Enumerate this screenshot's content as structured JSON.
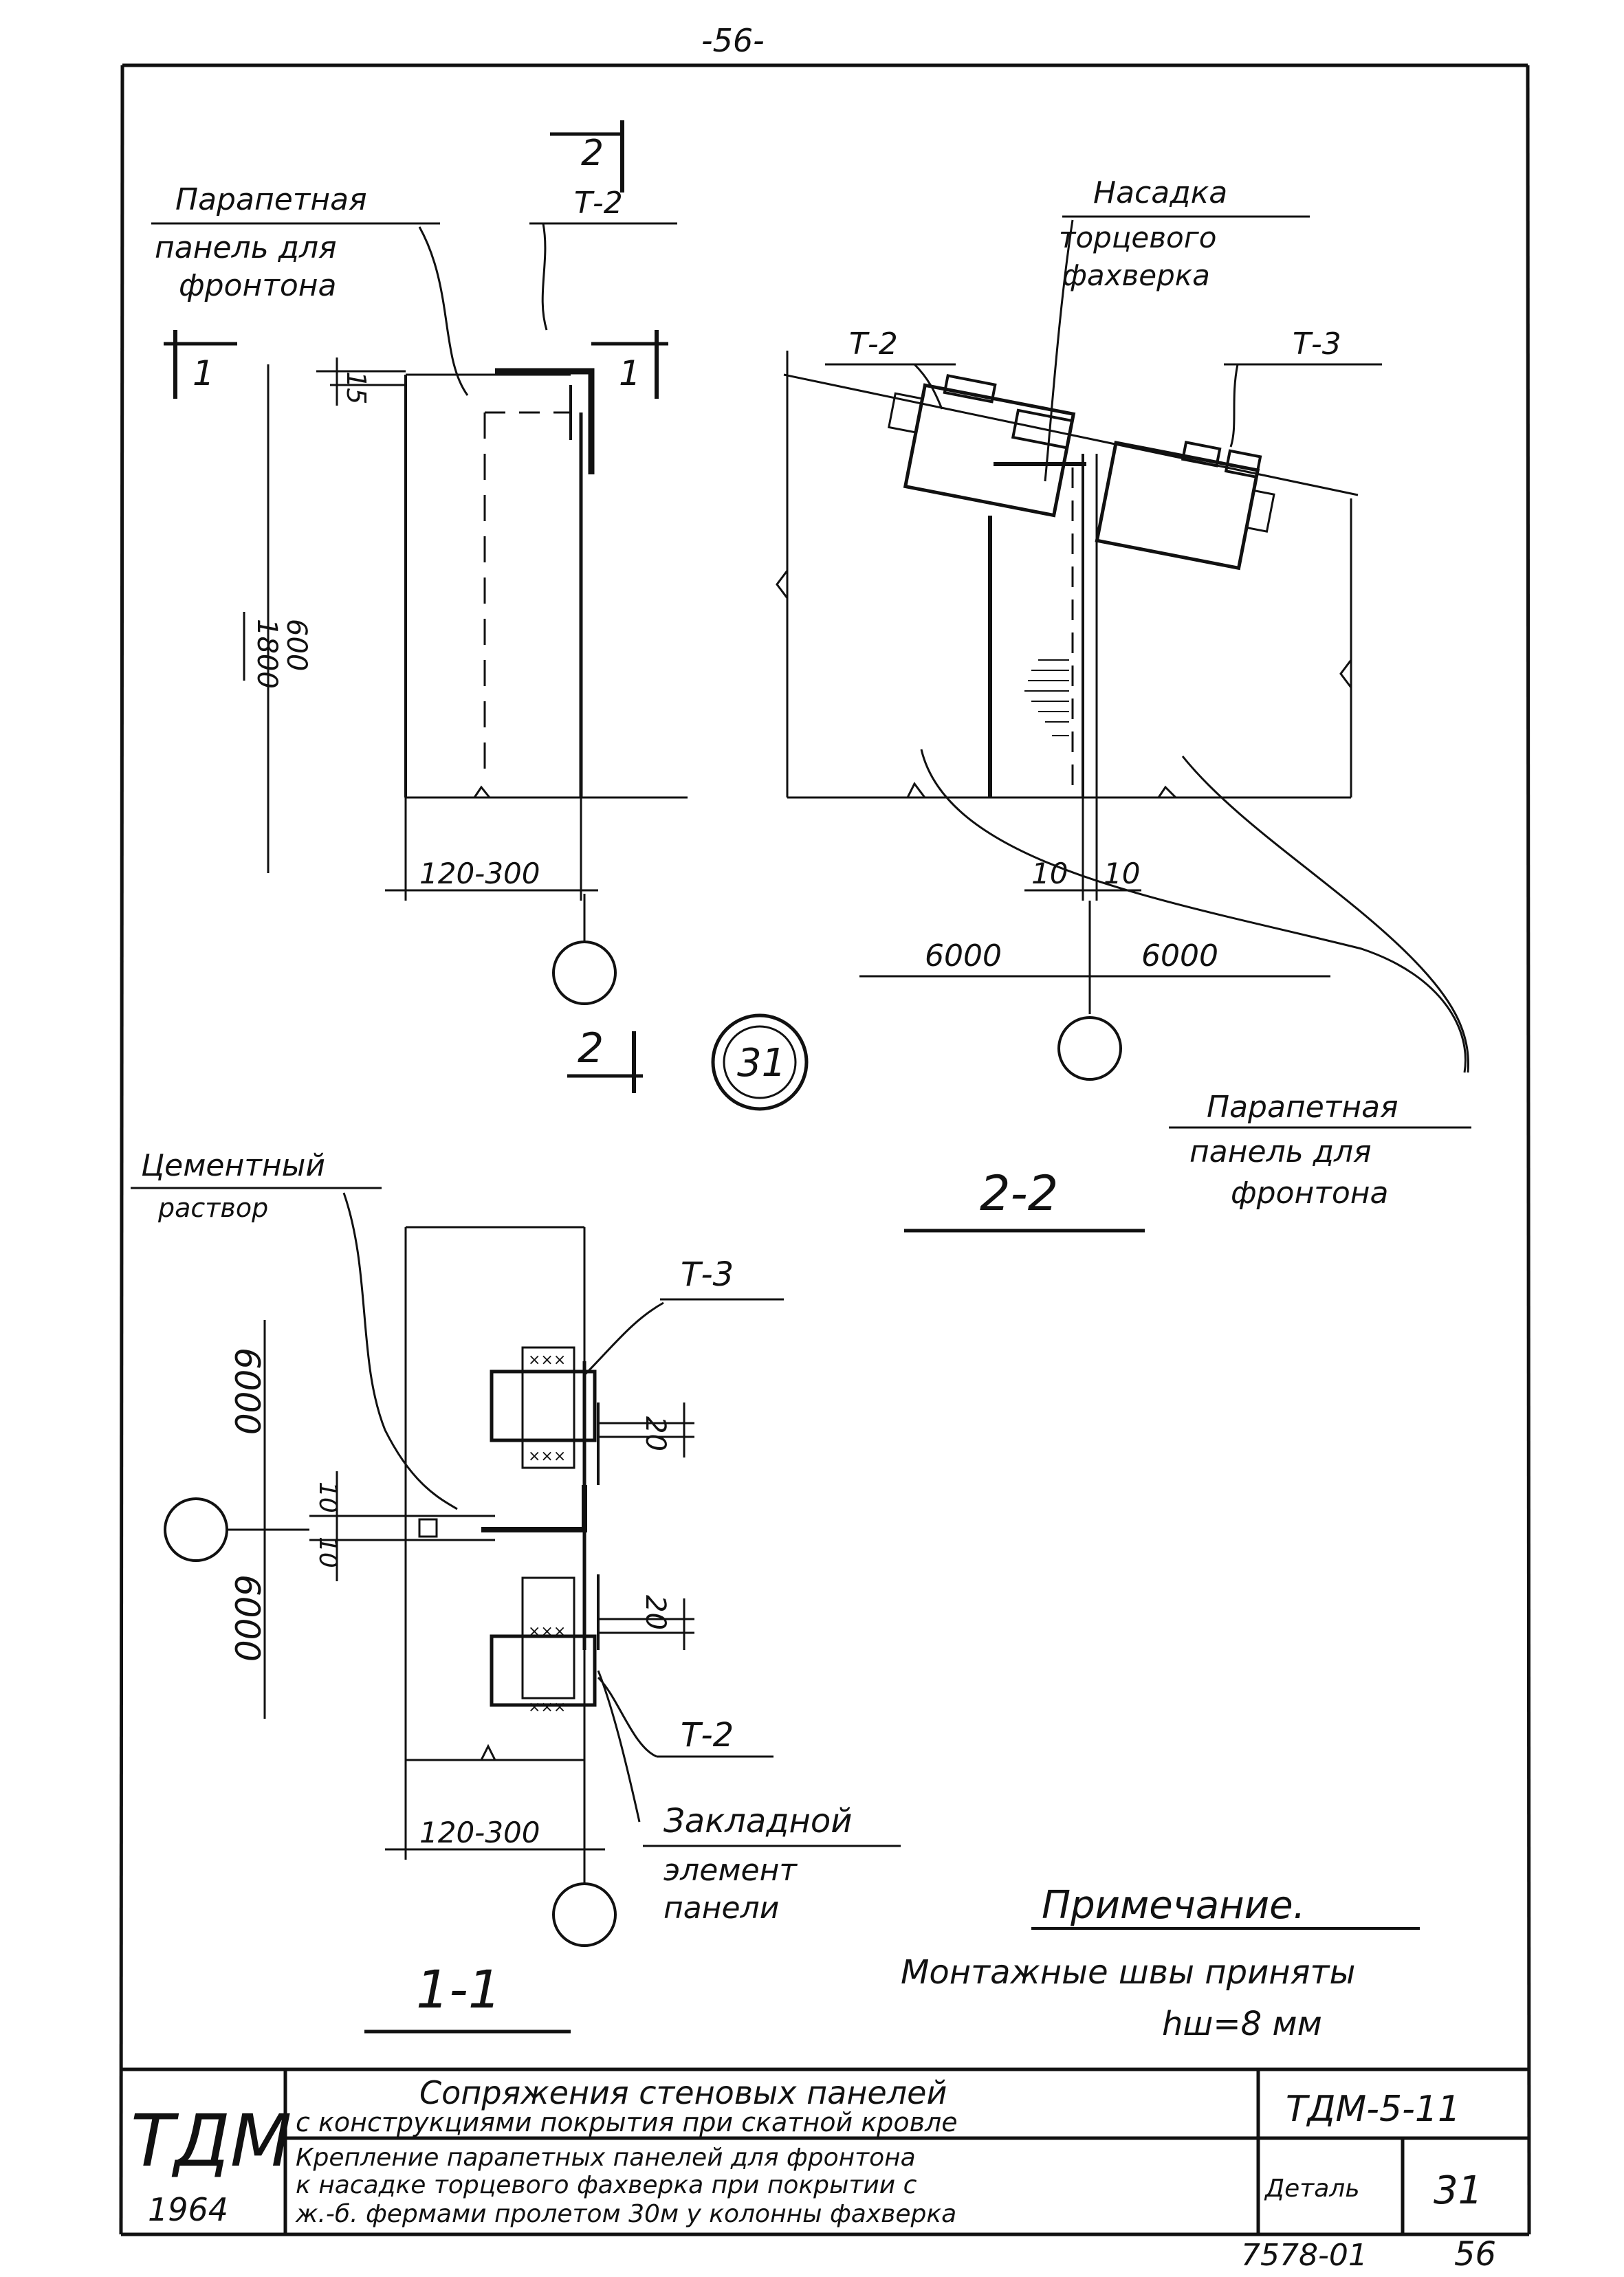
{
  "page": {
    "number_top": "-56-",
    "number_bottom": "56",
    "archive_no": "7578-01"
  },
  "detail_marker": "31",
  "plan_view": {
    "cut_mark": "2",
    "label_parapet": [
      "Парапетная",
      "панель для",
      "фронтона"
    ],
    "label_t2": "Т-2",
    "dim_15": "15",
    "dim_height": [
      "1800",
      "600"
    ],
    "dim_width": "120-300",
    "section_mark": "1"
  },
  "section_2_2": {
    "label_nasadka": [
      "Насадка",
      "торцевого",
      "фахверка"
    ],
    "label_t2": "Т-2",
    "label_t3": "Т-3",
    "dim_10_left": "10",
    "dim_10_right": "10",
    "span_left": "6000",
    "span_right": "6000",
    "label_parapet": [
      "Парапетная",
      "панель для",
      "фронтона"
    ],
    "title": "2-2"
  },
  "section_1_1": {
    "label_cement": [
      "Цементный",
      "раствор"
    ],
    "label_t3": "Т-3",
    "label_t2": "Т-2",
    "dim_20_top": "20",
    "dim_20_bottom": "20",
    "dim_10_top": "10",
    "dim_10_bottom": "10",
    "span_top": "6000",
    "span_bottom": "6000",
    "dim_width": "120-300",
    "label_embedded": [
      "Закладной",
      "элемент",
      "панели"
    ],
    "title": "1-1"
  },
  "note": {
    "title": "Примечание.",
    "line1": "Монтажные швы приняты",
    "line2": "hш=8 мм"
  },
  "title_block": {
    "org": "ТДМ",
    "year": "1964",
    "main_title_1": "Сопряжения стеновых панелей",
    "main_title_2": "с конструкциями покрытия при скатной кровле",
    "sub_title_1": "Крепление парапетных панелей для фронтона",
    "sub_title_2": "к насадке торцевого фахверка при покрытии с",
    "sub_title_3": "ж.-б. фермами пролетом 30м у колонны фахверка",
    "code": "ТДМ-5-11",
    "detail_label": "Деталь",
    "detail_no": "31"
  }
}
